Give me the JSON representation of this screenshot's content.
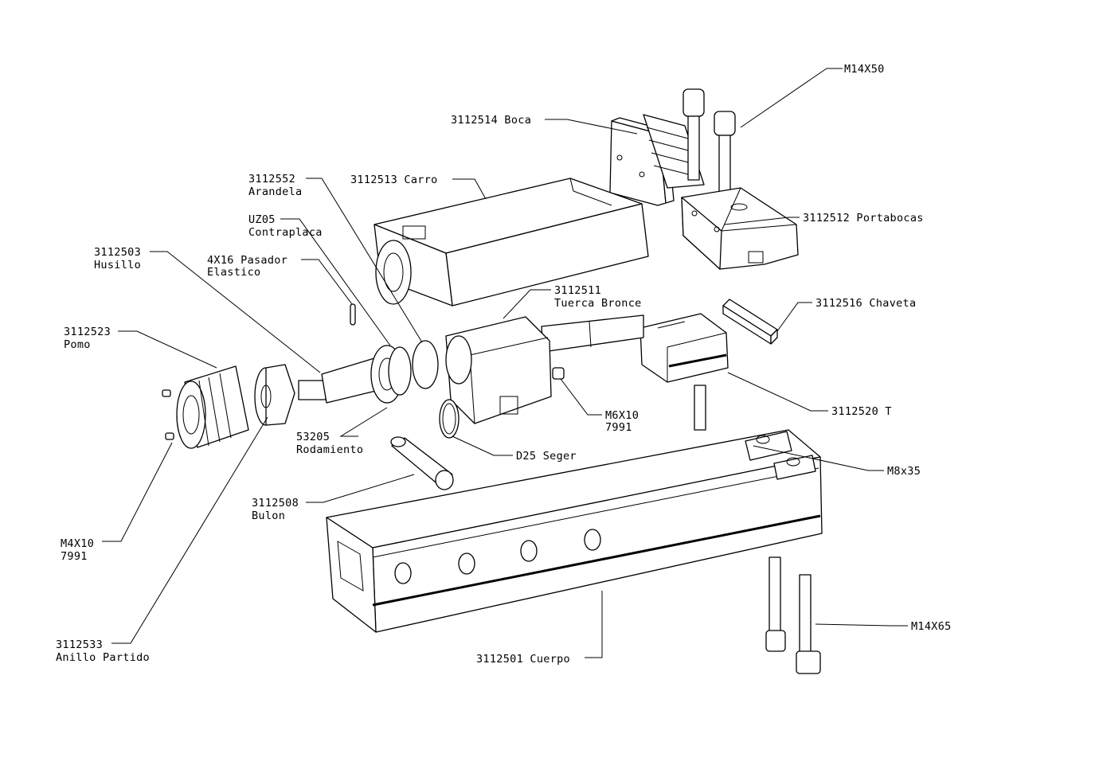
{
  "labels": {
    "m14x50": "M14X50",
    "boca": "3112514 Boca",
    "carro": "3112513 Carro",
    "arandela_code": "3112552",
    "arandela_name": "Arandela",
    "contraplaca_code": "UZ05",
    "contraplaca_name": "Contraplaca",
    "portabocas": "3112512 Portabocas",
    "husillo_code": "3112503",
    "husillo_name": "Husillo",
    "pasador_l1": "4X16 Pasador",
    "pasador_l2": "Elastico",
    "tuerca_code": "3112511",
    "tuerca_name": "Tuerca Bronce",
    "chaveta": "3112516 Chaveta",
    "pomo_code": "3112523",
    "pomo_name": "Pomo",
    "t_part": "3112520 T",
    "m6x10_l1": "M6X10",
    "m6x10_l2": "7991",
    "rodamiento_code": "53205",
    "rodamiento_name": "Rodamiento",
    "seger": "D25 Seger",
    "m8x35": "M8x35",
    "bulon_code": "3112508",
    "bulon_name": "Bulon",
    "m4x10_l1": "M4X10",
    "m4x10_l2": "7991",
    "m14x65": "M14X65",
    "anillo_code": "3112533",
    "anillo_name": "Anillo Partido",
    "cuerpo": "3112501 Cuerpo"
  }
}
